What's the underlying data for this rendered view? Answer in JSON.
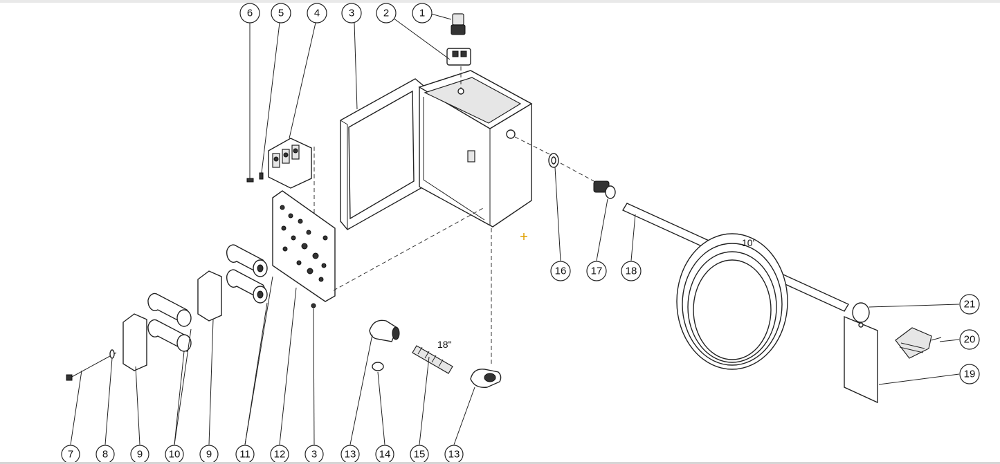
{
  "callouts": [
    {
      "id": "c1",
      "label": "1"
    },
    {
      "id": "c2",
      "label": "2"
    },
    {
      "id": "c3a",
      "label": "3"
    },
    {
      "id": "c4",
      "label": "4"
    },
    {
      "id": "c5",
      "label": "5"
    },
    {
      "id": "c6",
      "label": "6"
    },
    {
      "id": "c7",
      "label": "7"
    },
    {
      "id": "c8",
      "label": "8"
    },
    {
      "id": "c9a",
      "label": "9"
    },
    {
      "id": "c10",
      "label": "10"
    },
    {
      "id": "c9b",
      "label": "9"
    },
    {
      "id": "c11",
      "label": "11"
    },
    {
      "id": "c12",
      "label": "12"
    },
    {
      "id": "c3b",
      "label": "3"
    },
    {
      "id": "c13a",
      "label": "13"
    },
    {
      "id": "c14",
      "label": "14"
    },
    {
      "id": "c15",
      "label": "15"
    },
    {
      "id": "c13b",
      "label": "13"
    },
    {
      "id": "c16",
      "label": "16"
    },
    {
      "id": "c17",
      "label": "17"
    },
    {
      "id": "c18",
      "label": "18"
    },
    {
      "id": "c21",
      "label": "21"
    },
    {
      "id": "c20",
      "label": "20"
    },
    {
      "id": "c19",
      "label": "19"
    }
  ],
  "dimensions": {
    "cord_length": "10'",
    "conduit_length": "18\""
  },
  "colors": {
    "line": "#222222",
    "marker": "#e0a000"
  }
}
